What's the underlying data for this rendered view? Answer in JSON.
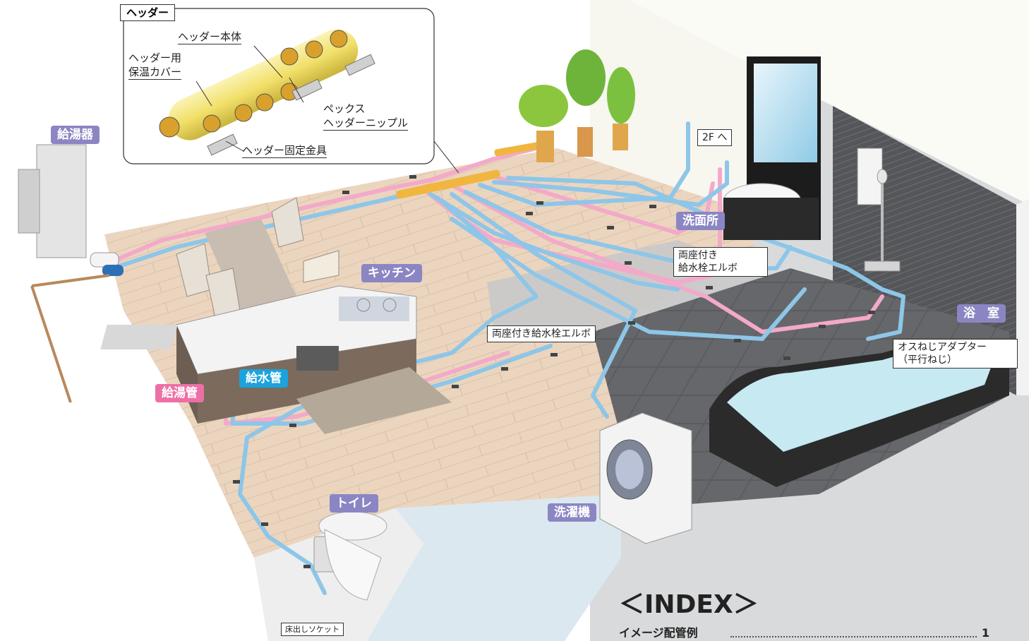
{
  "header_callout": {
    "title": "ヘッダー",
    "body_label": "ヘッダー本体",
    "cover_label_line1": "ヘッダー用",
    "cover_label_line2": "保温カバー",
    "nipple_label_line1": "ペックス",
    "nipple_label_line2": "ヘッダーニップル",
    "bracket_label": "ヘッダー固定金具"
  },
  "room_labels": {
    "water_heater": "給湯器",
    "kitchen": "キッチン",
    "washroom": "洗面所",
    "bathroom": "浴　室",
    "toilet": "トイレ",
    "washing_machine": "洗濯機"
  },
  "pipe_labels": {
    "hot_water_pipe": "給湯管",
    "cold_water_pipe": "給水管"
  },
  "callouts": {
    "to_second_floor": "2F へ",
    "washroom_elbow_line1": "両座付き",
    "washroom_elbow_line2": "給水栓エルボ",
    "kitchen_elbow": "両座付き給水栓エルボ",
    "adapter_line1": "オスねじアダプター",
    "adapter_line2": "（平行ねじ）",
    "floor_socket": "床出しソケット"
  },
  "index": {
    "title": "＜INDEX＞",
    "row1_label": "イメージ配管例",
    "row1_page": "1"
  },
  "colors": {
    "hot_pipe": "#f3a9c9",
    "cold_pipe": "#8dc6e8",
    "label_purple": "#8b86c3",
    "label_pink": "#ee6fa6",
    "label_blue": "#1aa3dd",
    "floor_wood": "#e9d3bd",
    "bath_tile": "#58595b",
    "right_panel_gray": "#d9dadb"
  }
}
